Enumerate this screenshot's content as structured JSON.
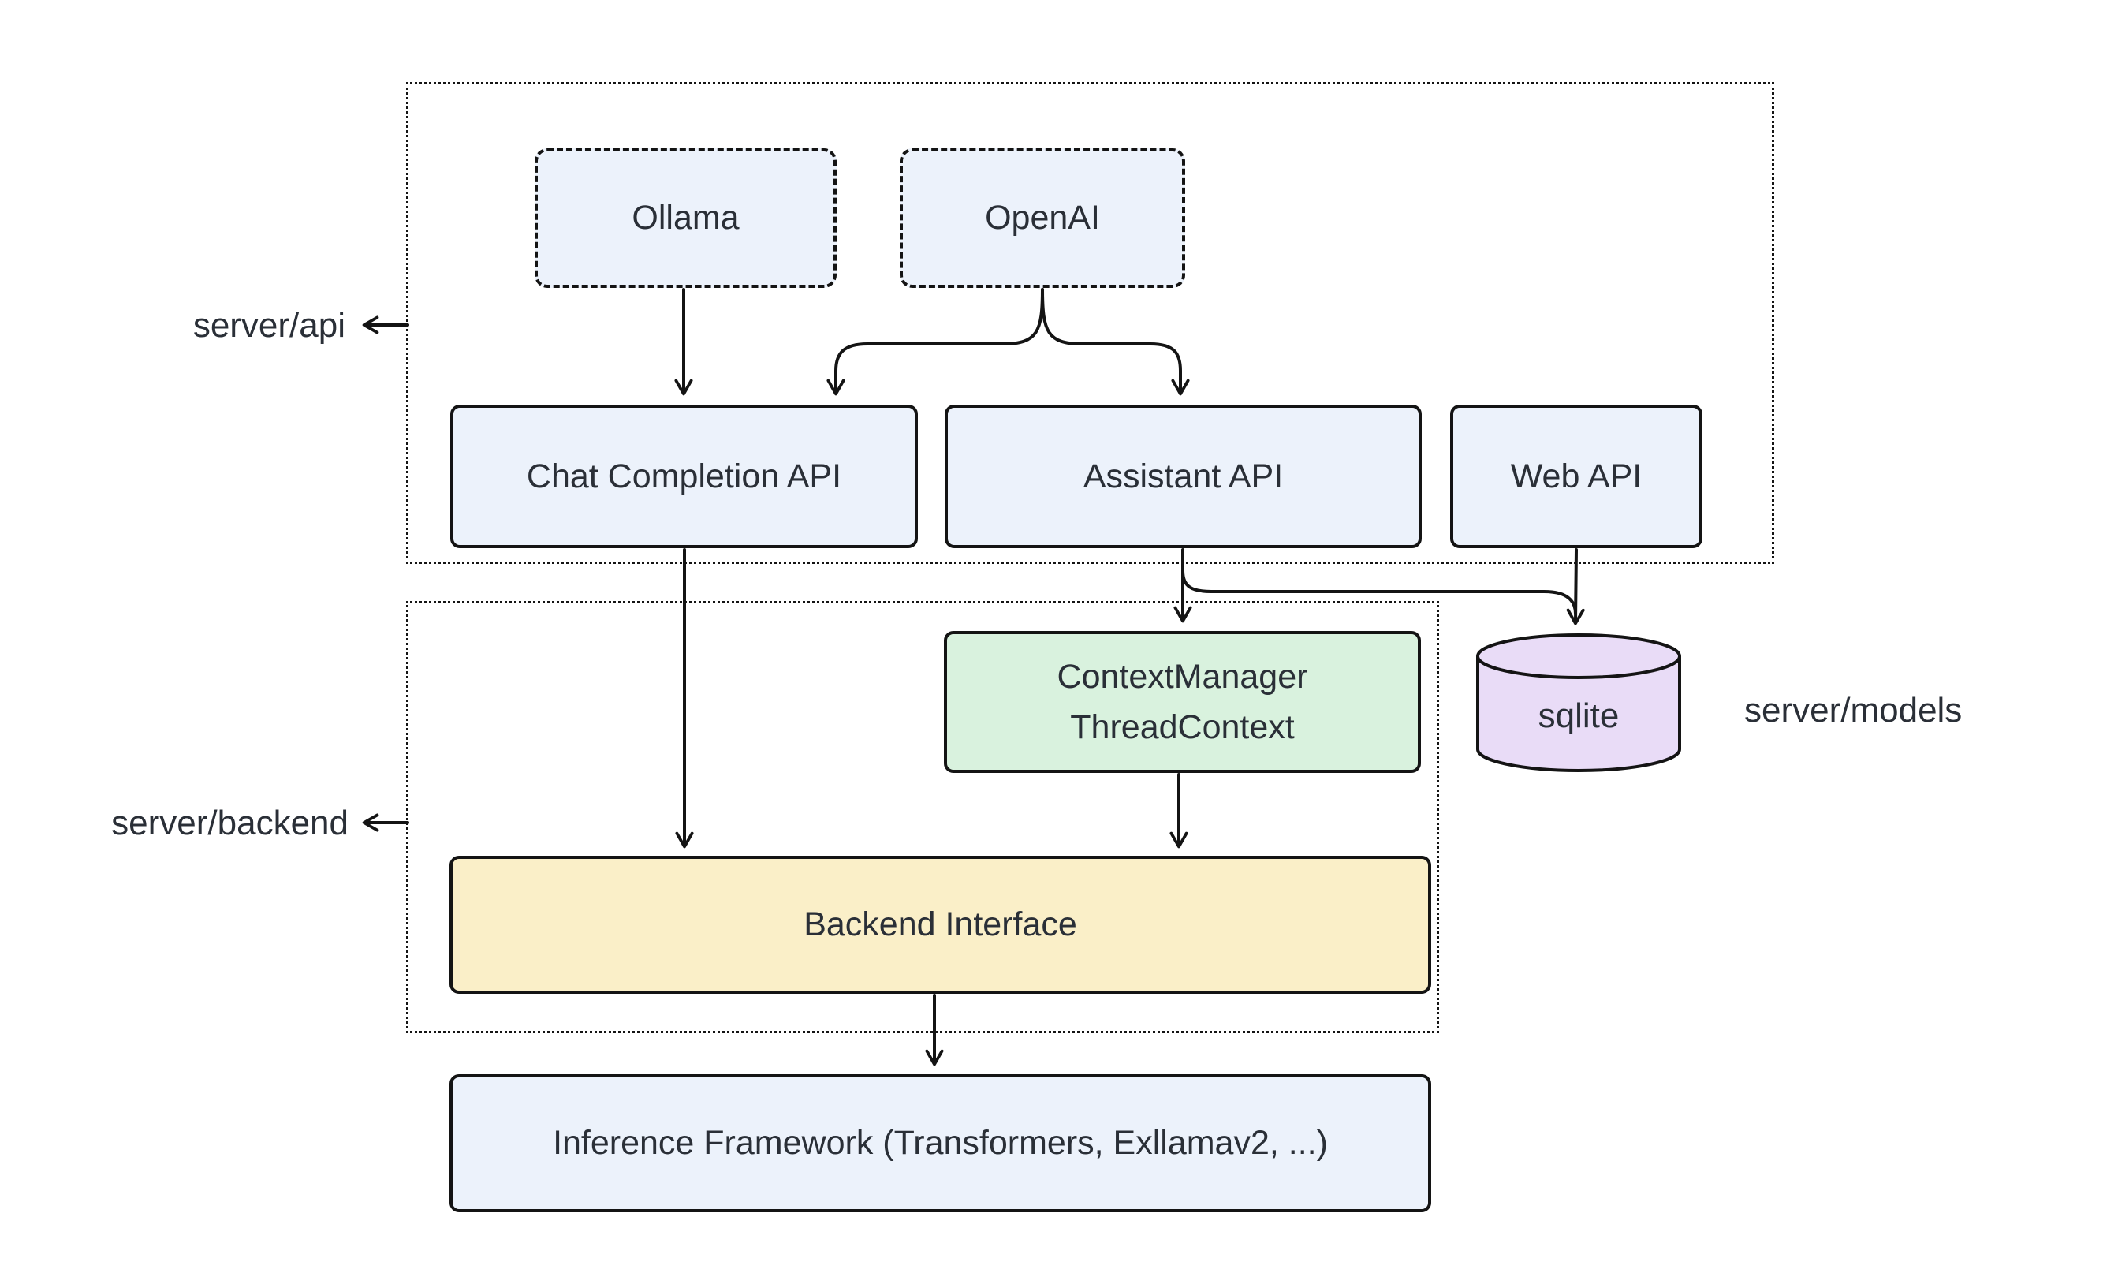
{
  "diagram": {
    "containers": {
      "api": {
        "label": "server/api"
      },
      "backend": {
        "label": "server/backend"
      },
      "models": {
        "label": "server/models"
      }
    },
    "nodes": {
      "ollama": {
        "label": "Ollama"
      },
      "openai": {
        "label": "OpenAI"
      },
      "chat_completion": {
        "label": "Chat Completion API"
      },
      "assistant": {
        "label": "Assistant API"
      },
      "web_api": {
        "label": "Web API"
      },
      "context_manager": {
        "line1": "ContextManager",
        "line2": "ThreadContext"
      },
      "sqlite": {
        "label": "sqlite"
      },
      "backend_interface": {
        "label": "Backend Interface"
      },
      "inference": {
        "label": "Inference Framework (Transformers, Exllamav2, ...)"
      }
    },
    "edges": [
      {
        "from": "Ollama",
        "to": "Chat Completion API"
      },
      {
        "from": "OpenAI",
        "to": "Chat Completion API"
      },
      {
        "from": "OpenAI",
        "to": "Assistant API"
      },
      {
        "from": "Chat Completion API",
        "to": "Backend Interface"
      },
      {
        "from": "Assistant API",
        "to": "ContextManager ThreadContext"
      },
      {
        "from": "Assistant API",
        "to": "sqlite"
      },
      {
        "from": "Web API",
        "to": "sqlite"
      },
      {
        "from": "ContextManager ThreadContext",
        "to": "Backend Interface"
      },
      {
        "from": "Backend Interface",
        "to": "Inference Framework (Transformers, Exllamav2, ...)"
      }
    ],
    "colors": {
      "node_blue": "#ecf2fb",
      "node_green": "#d9f2de",
      "node_yellow": "#faefc8",
      "node_purple": "#e9dcf7",
      "stroke": "#141414",
      "text": "#2a2f37",
      "background": "#ffffff"
    }
  }
}
